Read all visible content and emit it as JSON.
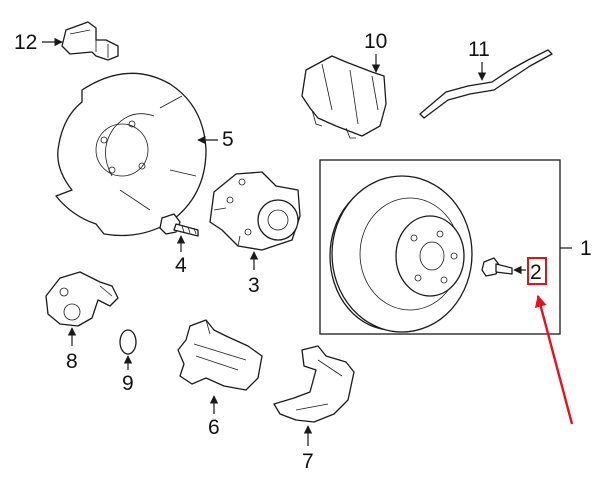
{
  "callouts": {
    "c1": "1",
    "c2": "2",
    "c3": "3",
    "c4": "4",
    "c5": "5",
    "c6": "6",
    "c7": "7",
    "c8": "8",
    "c9": "9",
    "c10": "10",
    "c11": "11",
    "c12": "12"
  },
  "highlight": {
    "target_callout": "2",
    "box_color": "#e8101a",
    "arrow_color": "#e8101a"
  },
  "group_box_color": "#1a1a1a"
}
